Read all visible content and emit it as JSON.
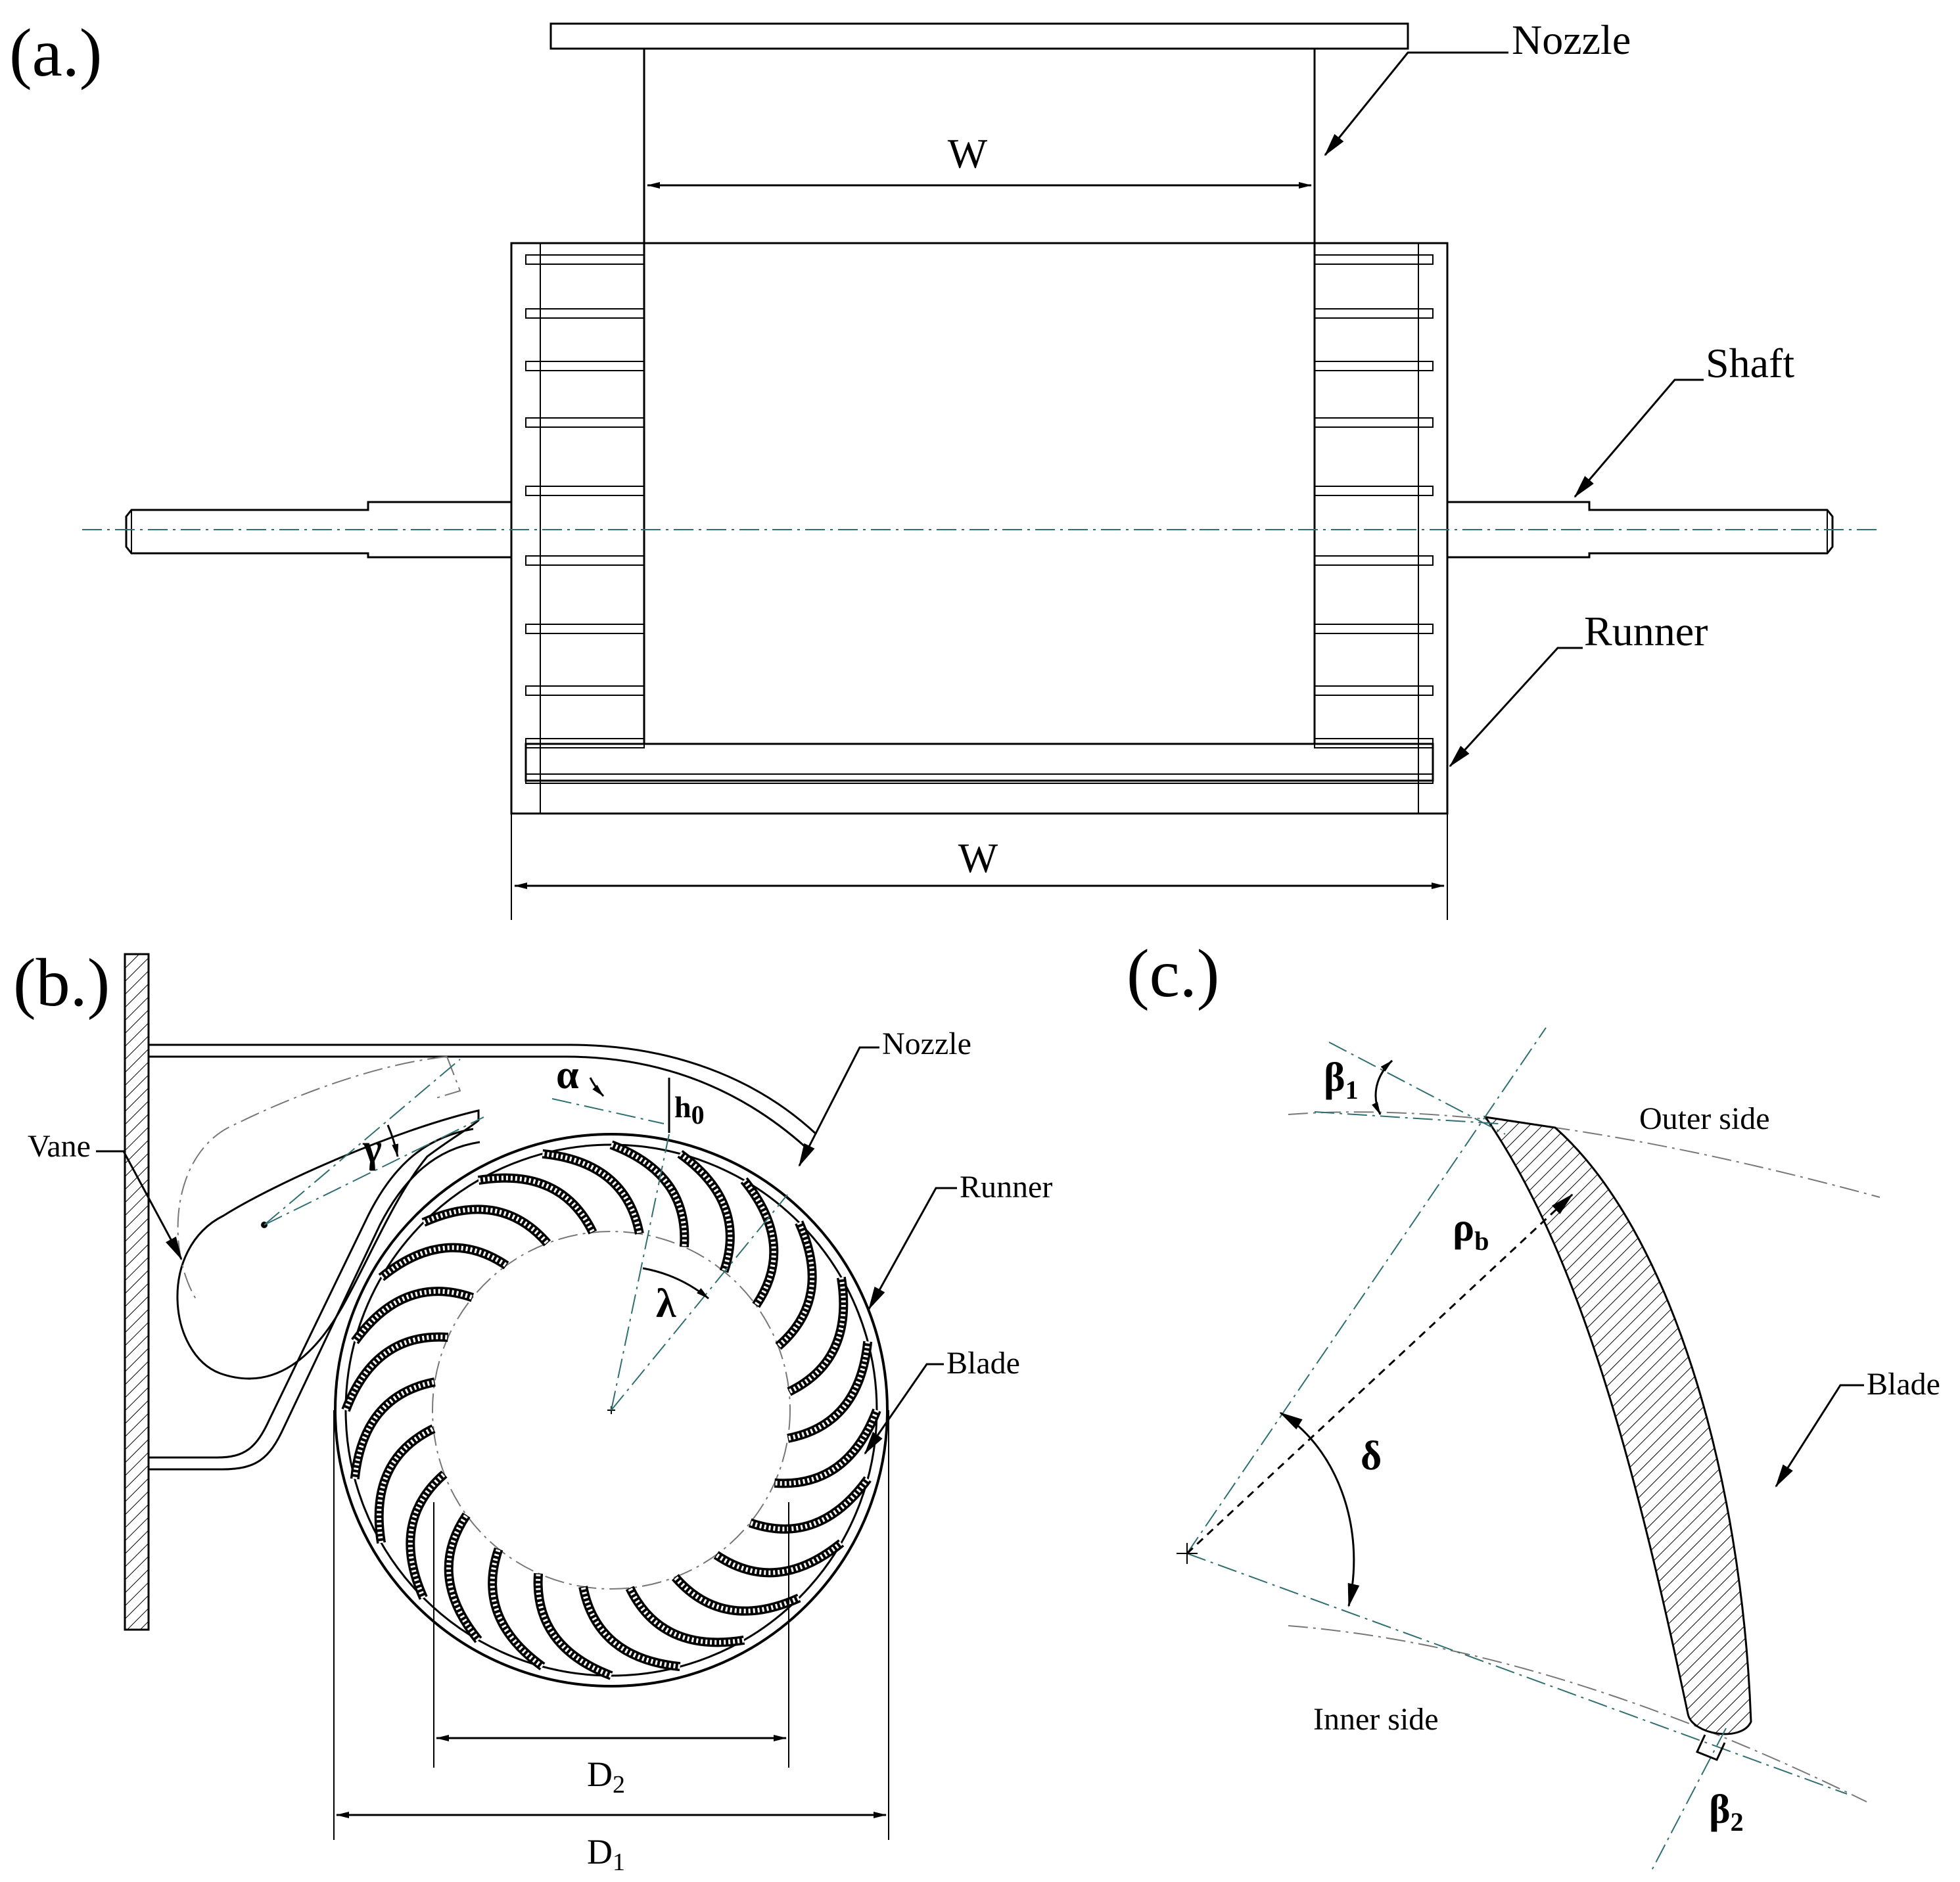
{
  "panels": {
    "a": {
      "tag": "(a.)",
      "nozzle": "Nozzle",
      "shaft": "Shaft",
      "runner": "Runner",
      "w_nozzle": "W",
      "w_runner": "W"
    },
    "b": {
      "tag": "(b.)",
      "vane": "Vane",
      "nozzle": "Nozzle",
      "runner": "Runner",
      "blade": "Blade",
      "alpha": "α",
      "gamma": "γ",
      "lambda": "λ",
      "h": "h",
      "h_sub": "0",
      "d2": "D",
      "d2_sub": "2",
      "d1": "D",
      "d1_sub": "1",
      "blade_count": 24
    },
    "c": {
      "tag": "(c.)",
      "outer": "Outer side",
      "inner": "Inner side",
      "blade": "Blade",
      "beta1": "β",
      "beta1_sub": "1",
      "beta2": "β",
      "beta2_sub": "2",
      "rho": "ρ",
      "rho_sub": "b",
      "delta": "δ"
    }
  }
}
